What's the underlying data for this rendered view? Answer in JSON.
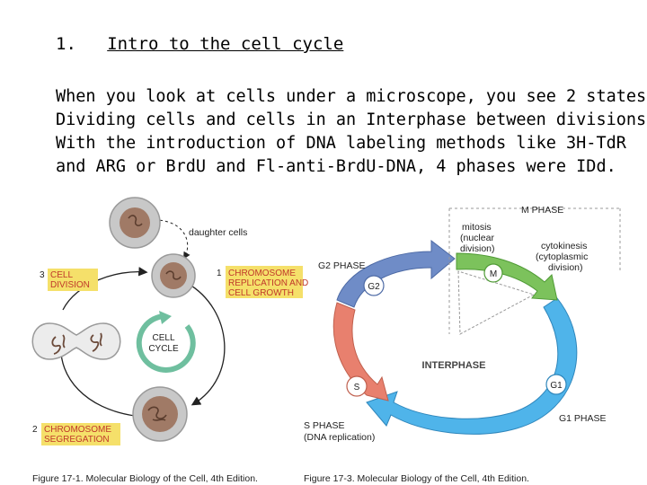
{
  "heading": {
    "number": "1.",
    "title": "Intro to the cell cycle"
  },
  "paragraph": [
    "When you look at cells under a microscope, you see 2 states:",
    "Dividing cells and cells in an Interphase between divisions.",
    "With the introduction of DNA labeling methods like 3H-TdR",
    "and ARG or BrdU and Fl-anti-BrdU-DNA, 4 phases were IDd."
  ],
  "figure1": {
    "daughter_cells": "daughter cells",
    "step1": {
      "num": "1",
      "lines": [
        "CHROMOSOME",
        "REPLICATION AND",
        "CELL GROWTH"
      ]
    },
    "step2": {
      "num": "2",
      "lines": [
        "CHROMOSOME",
        "SEGREGATION"
      ]
    },
    "step3": {
      "num": "3",
      "lines": [
        "CELL",
        "DIVISION"
      ]
    },
    "center": [
      "CELL",
      "CYCLE"
    ],
    "caption": "Figure 17-1. Molecular Biology of the Cell, 4th Edition."
  },
  "figure2": {
    "m_phase": "M PHASE",
    "mitosis": [
      "mitosis",
      "(nuclear",
      "division)"
    ],
    "cytokinesis": [
      "cytokinesis",
      "(cytoplasmic",
      "division)"
    ],
    "g2_phase": "G2 PHASE",
    "g2": "G2",
    "m": "M",
    "interphase": "INTERPHASE",
    "s": "S",
    "g1": "G1",
    "g1_phase": "G1 PHASE",
    "s_phase": "S PHASE",
    "s_phase_note": "(DNA replication)",
    "caption": "Figure 17-3. Molecular Biology of the Cell, 4th Edition."
  },
  "colors": {
    "g1": "#4fb4ea",
    "s": "#e8806e",
    "g2": "#6f8cc7",
    "m": "#7cc25c",
    "label_bg": "#f5e06a",
    "label_text": "#c0392b",
    "cell_fill": "#c8c8c8",
    "nucleus": "#a07a66"
  }
}
